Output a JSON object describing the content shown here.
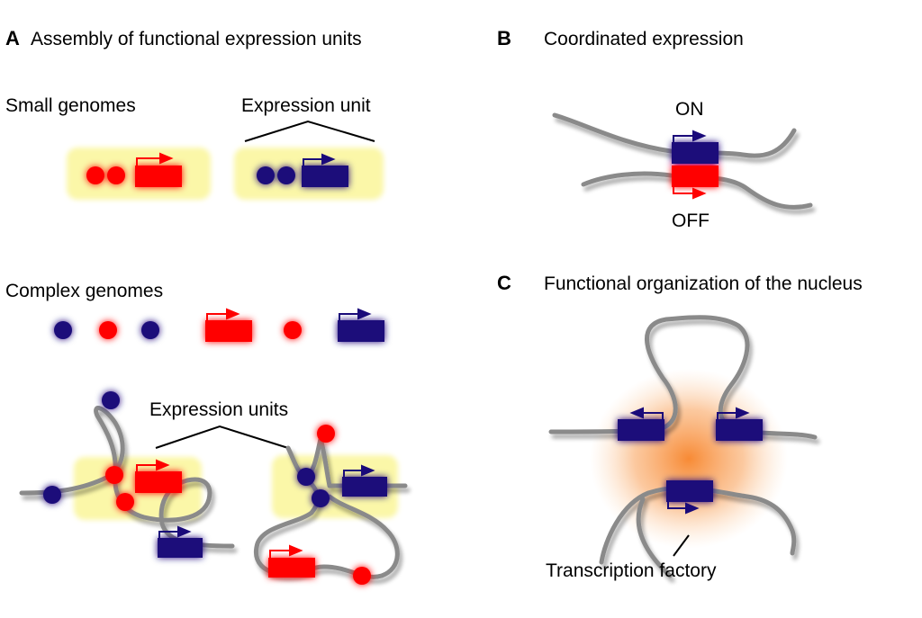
{
  "panels": {
    "a": {
      "letter": "A",
      "title": "Assembly of functional expression units",
      "small_genomes": "Small genomes",
      "expression_unit": "Expression unit",
      "complex_genomes": "Complex genomes",
      "expression_units": "Expression units"
    },
    "b": {
      "letter": "B",
      "title": "Coordinated expression",
      "on_label": "ON",
      "off_label": "OFF"
    },
    "c": {
      "letter": "C",
      "title": "Functional organization of the nucleus",
      "factory_label": "Transcription factory"
    }
  },
  "colors": {
    "red": "#ff0000",
    "blue": "#1a0a7a",
    "dna": "#8a8a8a",
    "highlight": "#fbf7a8",
    "factory": "#f7933a"
  }
}
